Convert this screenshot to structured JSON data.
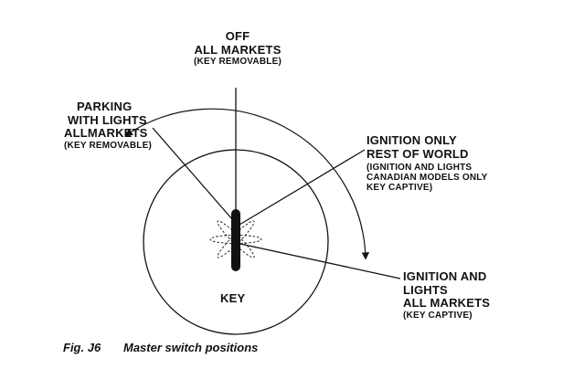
{
  "positions": {
    "off": {
      "lines": [
        "OFF",
        "ALL MARKETS"
      ],
      "note": "(KEY REMOVABLE)"
    },
    "parking": {
      "lines": [
        "PARKING",
        "WITH LIGHTS",
        "ALLMARKETS"
      ],
      "note": "(KEY REMOVABLE)"
    },
    "ignition_only": {
      "lines": [
        "IGNITION ONLY",
        "REST OF WORLD"
      ],
      "notes": [
        "(IGNITION AND LIGHTS",
        "CANADIAN MODELS ONLY",
        "KEY CAPTIVE)"
      ]
    },
    "ignition_and_lights": {
      "lines": [
        "IGNITION AND",
        "LIGHTS",
        "ALL MARKETS"
      ],
      "note": "(KEY CAPTIVE)"
    }
  },
  "key_label": "KEY",
  "caption": {
    "figure": "Fig. J6",
    "text": "Master switch positions"
  }
}
